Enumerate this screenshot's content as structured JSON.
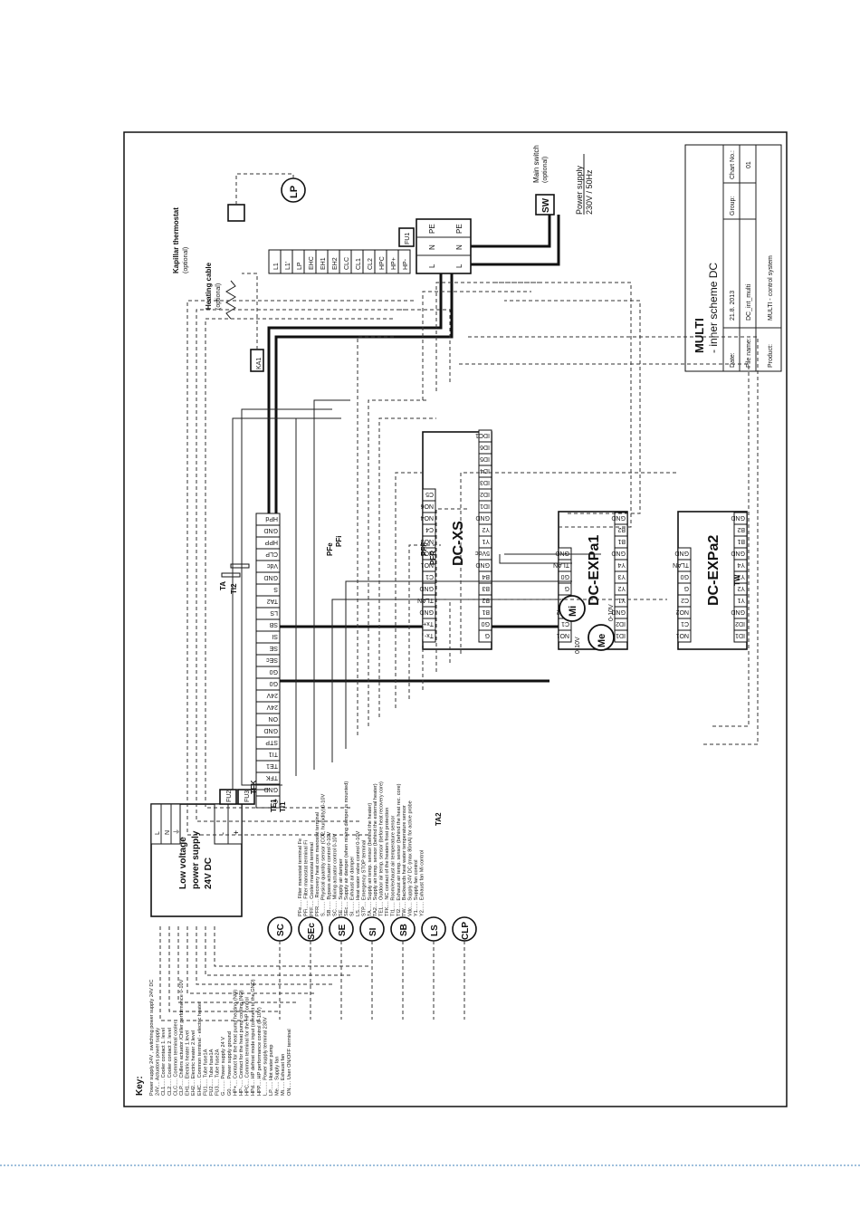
{
  "title_block": {
    "title_line1": "MULTI",
    "title_line2": "- inner scheme DC",
    "rows": [
      {
        "label": "Date:",
        "value": "21.8. 2013",
        "label2": "Group:",
        "value2": "Chart No.:"
      },
      {
        "label": "File name:",
        "value": "DC_int_multi",
        "label2": "",
        "value2": "01"
      },
      {
        "label": "Product:",
        "value": "MULTI - control system",
        "label2": "",
        "value2": ""
      }
    ]
  },
  "power": {
    "main_switch_label": "Main switch",
    "main_switch_note": "(optional)",
    "main_switch_symbol": "SW",
    "supply_label": "Power supply",
    "supply_value": "230V / 50Hz",
    "terminals": [
      "L",
      "L",
      "N",
      "N",
      "PE",
      "PE"
    ],
    "fuse": "FU1"
  },
  "low_voltage": {
    "line1": "Low voltage",
    "line2": "power supply",
    "line3": "24V DC",
    "terminals": [
      "L",
      "N",
      "⏚",
      "-",
      "+"
    ]
  },
  "heating": {
    "cable_label": "Heating cable",
    "cable_note": "(optional)",
    "thermostat_label": "Kapillar thermostat",
    "thermostat_note": "(optional)",
    "lp_symbol": "LP",
    "ka1": "KA1"
  },
  "right_strip": [
    "L1",
    "L1'",
    "LP",
    "EHC",
    "EH1",
    "EH2",
    "CLC",
    "CL1",
    "CL2",
    "HPC",
    "HP+",
    "HP-"
  ],
  "modules": {
    "dcxs": {
      "name": "DC-XS",
      "left_pins": [
        "G",
        "G0",
        "B1",
        "B2",
        "B3",
        "B4",
        "GND",
        "5Vdc",
        "Y1",
        "Y2",
        "GND",
        "ID1",
        "ID2",
        "ID3",
        "ID4",
        "ID5",
        "ID6",
        "IDC1"
      ],
      "right_pins": [
        "Tx-",
        "Tx+",
        "GND",
        "TLAN",
        "GND",
        "C1",
        "NO1",
        "NO2",
        "NO3",
        "C4",
        "NO4",
        "NO6",
        "C5"
      ]
    },
    "exp1": {
      "name": "DC-EXPa1",
      "left_pins": [
        "ID1",
        "ID2",
        "GND",
        "Y1",
        "Y2",
        "Y3",
        "Y4",
        "GND",
        "B1",
        "B2",
        "GND"
      ],
      "right_pins": [
        "NO1",
        "C1",
        "NO2",
        "C2",
        "G",
        "G0",
        "TLAN",
        "GND"
      ]
    },
    "exp2": {
      "name": "DC-EXPa2",
      "left_pins": [
        "ID1",
        "ID2",
        "GND",
        "Y1",
        "Y2",
        "Y3",
        "Y4",
        "GND",
        "B1",
        "B2",
        "GND"
      ],
      "right_pins": [
        "NO1",
        "C1",
        "NO2",
        "C2",
        "G",
        "G0",
        "TLAN",
        "GND"
      ]
    }
  },
  "left_strip": [
    "G",
    "GND",
    "TFK",
    "TE1",
    "TI1",
    "STP",
    "GND",
    "ON",
    "24V",
    "24V",
    "G0",
    "G0",
    "SEc",
    "SE",
    "SI",
    "SB",
    "LS",
    "TA2",
    "S",
    "GND",
    "Vdc",
    "CLP",
    "HPP",
    "GND",
    "HPd"
  ],
  "fuses_left": [
    "FU2",
    "FU3"
  ],
  "sensors": [
    "TA",
    "TI2",
    "TFK",
    "TE1",
    "TI1",
    "TA2",
    "TW"
  ],
  "filters": [
    "PFe",
    "PFi",
    "PFF",
    "PFR"
  ],
  "motors": {
    "mi": "Mi",
    "me": "Me",
    "signal": "0-10V"
  },
  "actuators": [
    "SC",
    "SEc",
    "SE",
    "SI",
    "SB",
    "LS",
    "CLP"
  ],
  "key": {
    "title": "Key:",
    "col1": [
      "Power supply 24V , switching power supply 24V DC",
      "24V.... Actuators power supply",
      "CL1..... Cooler contact 1. level",
      "CL2..... Cooler contact 2. level",
      "CLC..... Common terminal cooler",
      "CLP..... Chillers actuator /Chiller performance 0-10V",
      "EH1.... Electric heater 1.level",
      "EH2.... Electric heater 2.level",
      "EHC.... Common terminal - electric heater",
      "FU1..... Tube fuse1A",
      "FU2..... Tube fuse1A",
      "FU3..... Tube fuse2A",
      "G........ Power supply 24 V",
      "G0...... Power supply ground",
      "HP+.... Contact for the heat pump heating (NO)",
      "HP-..... Contact for the heat pump cooling (NO)",
      "HPC.... Common terminal for the HP control",
      "HPd.... HP defrost mode input (connect to the GND)",
      "HPP.... HP performance control (0-10V)",
      "L........ Power supply terminal 230V",
      "LP...... Hot water pump",
      "Me..... Supply fan",
      "Mi...... Exhaust fan",
      "ON..... User ON/OFF terminal"
    ],
    "col2": [
      "PFe..... Filter manostat terminal Fe",
      "PFi...... Filter manostat terminal Fi",
      "PFF..... Cooler manostat terminal",
      "PFR..... Recovery heat core manostat terminal",
      "S........ Physical quantity sensor (CO2, humidity) 0-10V",
      "SB...... Bypass actuator control 0-10V",
      "SC...... Mixing actuator control 0-10V",
      "SE...... Supply air damper",
      "SEc.... Supply air damper (when mixing damper is mounted)",
      "SI....... Exhaust air damper",
      "LS...... Heat water valve control 0-10V",
      "STP.... Emergency STOP terminal",
      "TA...... Supply air temp. sensor (behind the heater)",
      "TA2.... Supply air temp. sensor (behind the external heater)",
      "TE1.... Outdoor air temp. sensor (before heat recovery core)",
      "TFK.... NC contact of the heaters frost protection",
      "TI1..... Room/exhaust air temperature sensor",
      "TI2..... Exhaust air temp. sensor (behind the heat rec. core)",
      "TW..... Backwards heat water temperature sensor",
      "Vdc.... Supply 24V DC (max 80mA) for active probe",
      "Y1...... Supply fan control",
      "Y2...... Exhaust fan Mi control"
    ]
  }
}
